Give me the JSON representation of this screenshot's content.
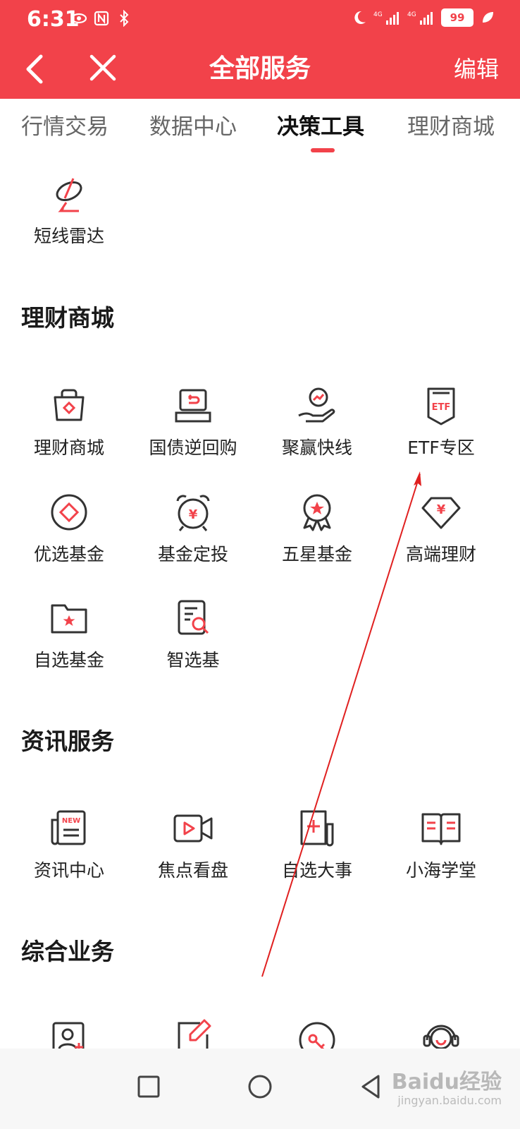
{
  "status_bar": {
    "time": "6:31",
    "battery": "99",
    "left_icons": [
      "eye-icon",
      "nfc-icon",
      "bluetooth-icon"
    ],
    "right_icons": [
      "moon-icon",
      "signal-4g-icon",
      "signal-4g-icon",
      "battery-icon",
      "leaf-icon"
    ]
  },
  "header": {
    "title": "全部服务",
    "edit_label": "编辑",
    "back_icon": "chevron-left-icon",
    "close_icon": "close-icon"
  },
  "tabs": [
    {
      "label": "行情交易",
      "active": false
    },
    {
      "label": "数据中心",
      "active": false
    },
    {
      "label": "决策工具",
      "active": true
    },
    {
      "label": "理财商城",
      "active": false
    }
  ],
  "decision_tools": {
    "items": [
      {
        "label": "短线雷达",
        "icon": "radar-icon"
      }
    ]
  },
  "wealth_mall": {
    "title": "理财商城",
    "items": [
      {
        "label": "理财商城",
        "icon": "shopping-bag-icon"
      },
      {
        "label": "国债逆回购",
        "icon": "reverse-repo-icon"
      },
      {
        "label": "聚赢快线",
        "icon": "hand-chart-icon"
      },
      {
        "label": "ETF专区",
        "icon": "etf-badge-icon"
      },
      {
        "label": "优选基金",
        "icon": "diamond-circle-icon"
      },
      {
        "label": "基金定投",
        "icon": "alarm-clock-yen-icon"
      },
      {
        "label": "五星基金",
        "icon": "star-medal-icon"
      },
      {
        "label": "高端理财",
        "icon": "diamond-yen-icon"
      },
      {
        "label": "自选基金",
        "icon": "folder-star-icon"
      },
      {
        "label": "智选基",
        "icon": "document-search-icon"
      }
    ]
  },
  "news_services": {
    "title": "资讯服务",
    "items": [
      {
        "label": "资讯中心",
        "icon": "newspaper-new-icon"
      },
      {
        "label": "焦点看盘",
        "icon": "video-camera-icon"
      },
      {
        "label": "自选大事",
        "icon": "document-plus-icon"
      },
      {
        "label": "小海学堂",
        "icon": "open-book-icon"
      }
    ]
  },
  "general_business": {
    "title": "综合业务",
    "items": [
      {
        "icon": "id-card-plus-icon"
      },
      {
        "icon": "edit-document-icon"
      },
      {
        "icon": "key-circle-icon"
      },
      {
        "icon": "headset-service-icon"
      }
    ]
  },
  "bottom_nav": {
    "recents_icon": "square-icon",
    "home_icon": "circle-icon",
    "back_icon": "triangle-back-icon"
  },
  "watermark": {
    "text": "Baidu经验",
    "sub": "jingyan.baidu.com"
  },
  "colors": {
    "brand_red": "#f2424a",
    "text_dark": "#222222",
    "tab_inactive": "#666666"
  }
}
